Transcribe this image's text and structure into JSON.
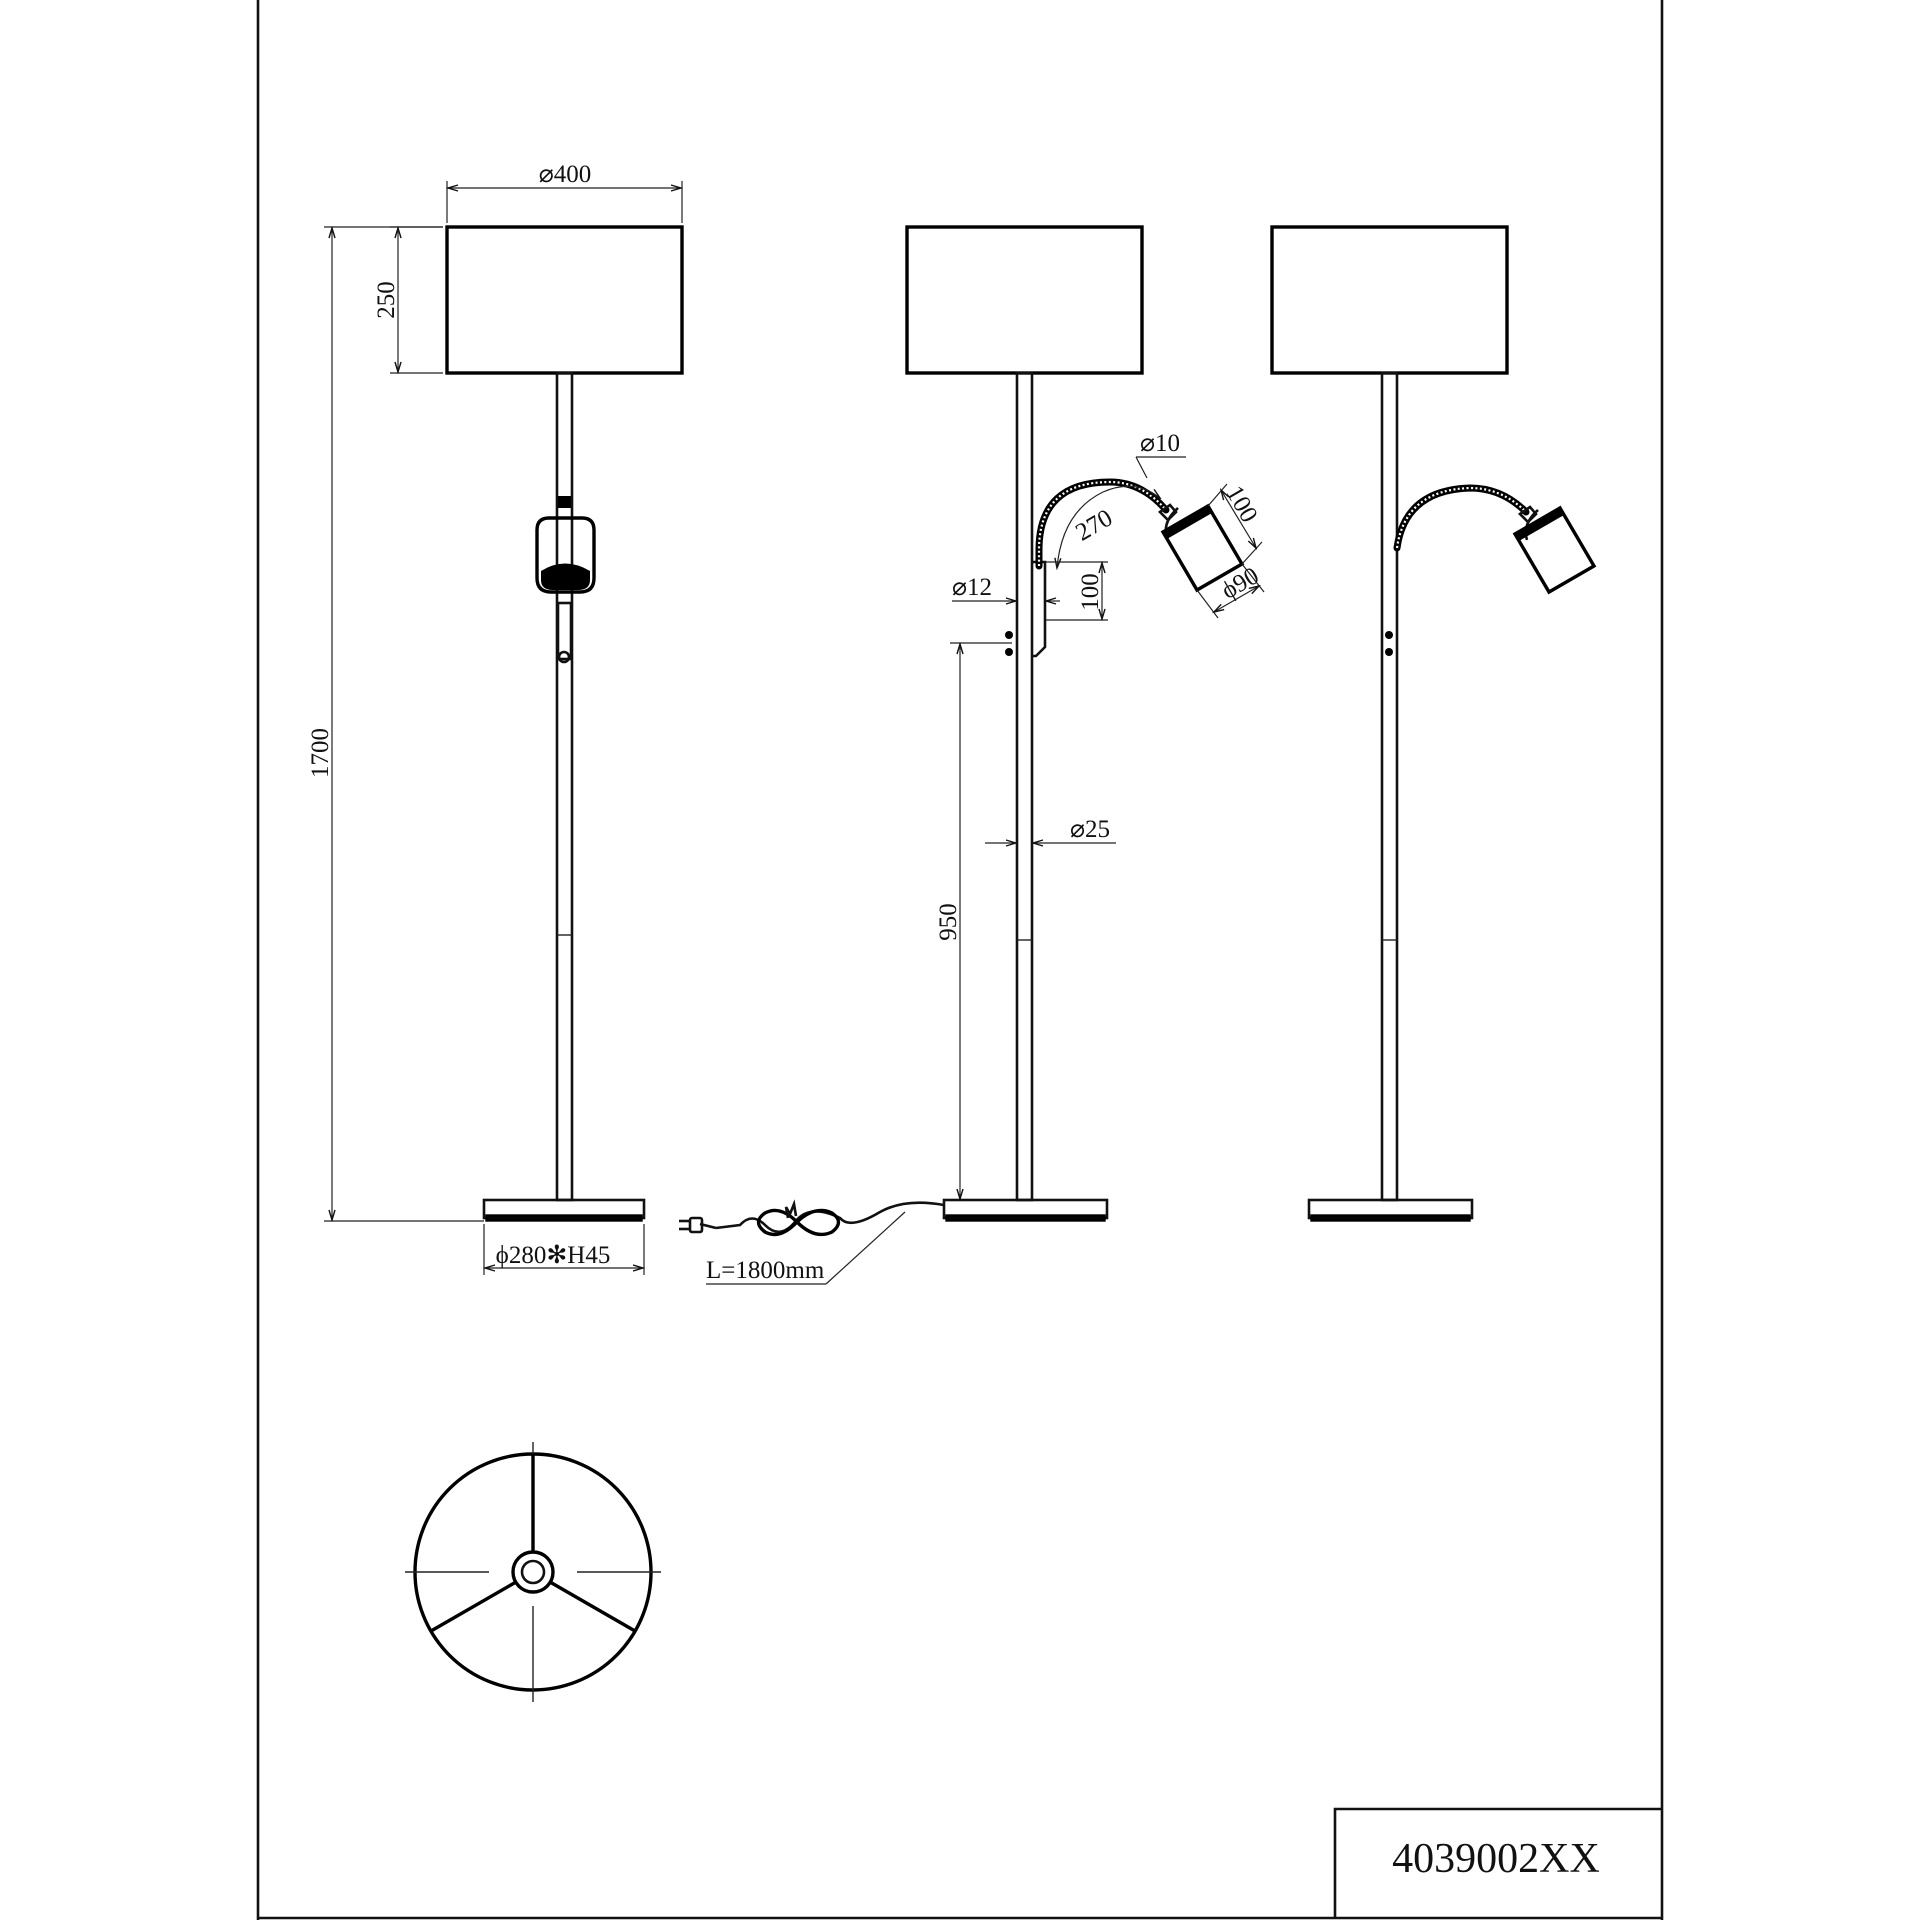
{
  "drawing": {
    "model_number": "4039002XX",
    "dimensions": {
      "shade_diameter": "⌀400",
      "shade_height": "250",
      "total_height": "1700",
      "base": "ϕ280✻H45",
      "cable_length": "L=1800mm",
      "reading_arm_diameter": "⌀10",
      "reading_arm_length": "270",
      "reading_head_length": "100",
      "reading_head_diameter": "ϕ90",
      "arm_mount_diameter": "⌀12",
      "arm_mount_height": "100",
      "pole_diameter": "⌀25",
      "arm_mount_position": "950"
    }
  }
}
